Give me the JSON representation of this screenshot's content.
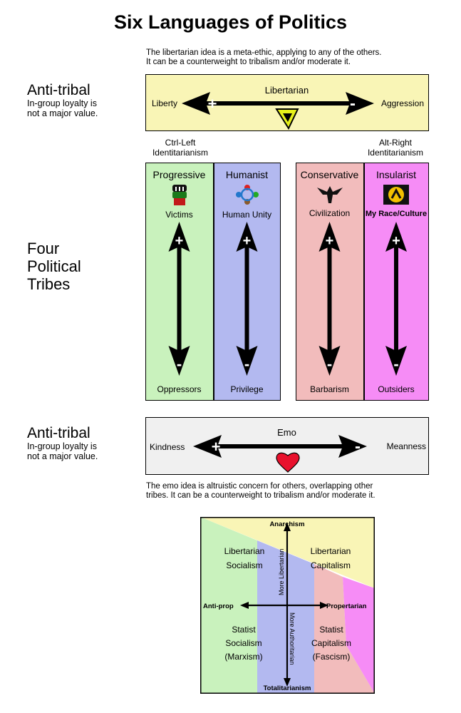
{
  "title": "Six Languages of Politics",
  "libertarian": {
    "note_line1": "The libertarian idea is a meta-ethic, applying to any of the others.",
    "note_line2": "It can be a counterweight to tribalism and/or moderate it.",
    "name": "Libertarian",
    "left": "Liberty",
    "right": "Aggression",
    "plus": "+",
    "minus": "-",
    "bg": "#f9f5b6"
  },
  "anti_tribal": {
    "heading": "Anti-tribal",
    "sub_line1": "In-group loyalty is",
    "sub_line2": "not a major value."
  },
  "identitarian": {
    "left_line1": "Ctrl-Left",
    "left_line2": "Identitarianism",
    "right_line1": "Alt-Right",
    "right_line2": "Identitarianism"
  },
  "tribes_heading": [
    "Four",
    "Political",
    "Tribes"
  ],
  "tribes": [
    {
      "name": "Progressive",
      "top": "Victims",
      "bottom": "Oppressors",
      "bg": "#c9f2bd",
      "icon": "raised-fist-icon"
    },
    {
      "name": "Humanist",
      "top": "Human Unity",
      "bottom": "Privilege",
      "bg": "#b3b9f0",
      "icon": "human-unity-icon"
    },
    {
      "name": "Conservative",
      "top": "Civilization",
      "bottom": "Barbarism",
      "bg": "#f2bcbc",
      "icon": "eagle-icon"
    },
    {
      "name": "Insularist",
      "top": "My Race/Culture",
      "bottom": "Outsiders",
      "bg": "#f68cf6",
      "icon": "lambda-shield-icon"
    }
  ],
  "emo": {
    "name": "Emo",
    "left": "Kindness",
    "right": "Meanness",
    "plus": "+",
    "minus": "-",
    "note_line1": "The emo idea is altruistic concern for others, overlapping other",
    "note_line2": "tribes. It can be a counterweight to tribalism and/or moderate it.",
    "bg": "#f0f0f0",
    "heart_color": "#e8112d"
  },
  "compass": {
    "top": "Anarchism",
    "bottom": "Totalitarianism",
    "left": "Anti-prop",
    "right": "Propertarian",
    "up_label": "More Libertarian",
    "down_label": "More Authoritarian",
    "tl_line1": "Libertarian",
    "tl_line2": "Socialism",
    "tr_line1": "Libertarian",
    "tr_line2": "Capitalism",
    "bl_line1": "Statist",
    "bl_line2": "Socialism",
    "bl_line3": "(Marxism)",
    "br_line1": "Statist",
    "br_line2": "Capitalism",
    "br_line3": "(Fascism)"
  }
}
